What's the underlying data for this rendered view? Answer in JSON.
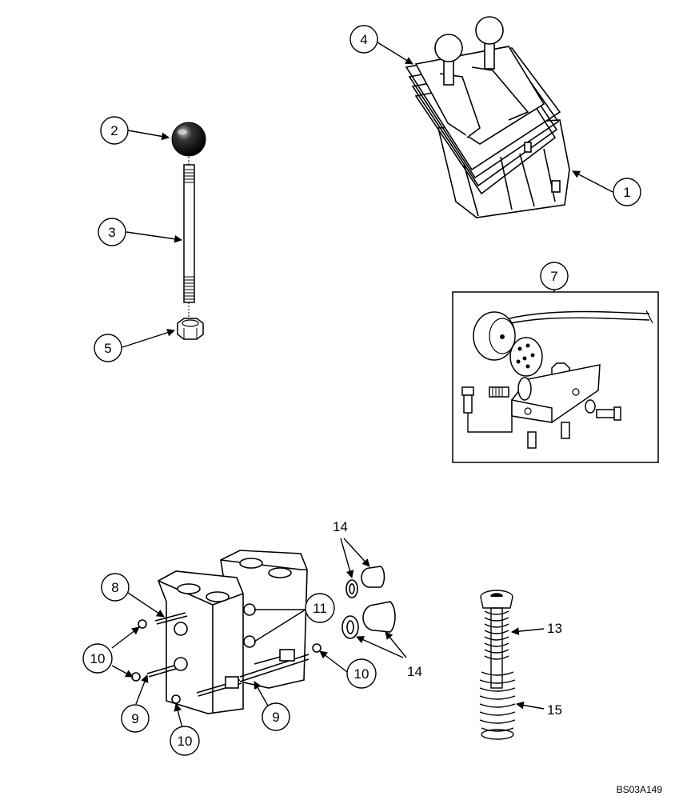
{
  "callouts": {
    "c1": "1",
    "c2": "2",
    "c3": "3",
    "c4": "4",
    "c5": "5",
    "c7": "7",
    "c8": "8",
    "c9a": "9",
    "c9b": "9",
    "c10a": "10",
    "c10b": "10",
    "c10c": "10",
    "c11": "11",
    "c13": "13",
    "c14a": "14",
    "c14b": "14",
    "c15": "15"
  },
  "reference_code": "BS03A149"
}
